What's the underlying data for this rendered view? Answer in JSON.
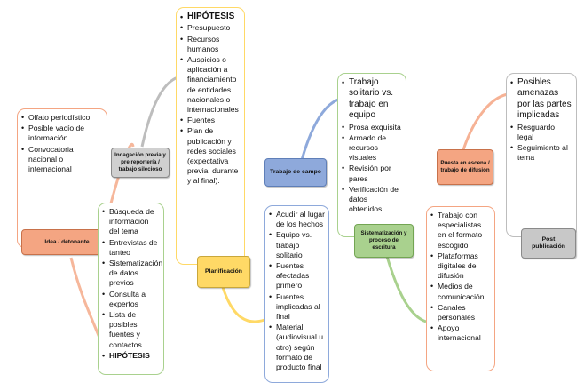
{
  "colors": {
    "orange": "#f4a582",
    "gray": "#bdbdbd",
    "yellow": "#ffd966",
    "blue": "#8ea9db",
    "green": "#a9d18e"
  },
  "stages": [
    {
      "label": "Idea / detonante",
      "color": "#f4a582",
      "items": [
        "Olfato periodístico",
        "Posible vacío de información",
        "Convocatoria nacional o internacional"
      ]
    },
    {
      "label": "Indagación previa y pre reportería / trabajo silecioso",
      "color": "#bdbdbd",
      "items": [
        "Búsqueda de información del tema",
        "Entrevistas de tanteo",
        "Sistematización de datos previos",
        "Consulta a expertos",
        "Lista de posibles fuentes y contactos",
        "HIPÓTESIS"
      ]
    },
    {
      "label": "Planificación",
      "color": "#ffd966",
      "items": [
        "HIPÓTESIS",
        "Presupuesto",
        "Recursos humanos",
        "Auspicios o aplicación a financiamiento de entidades nacionales o internacionales",
        "Fuentes",
        "Plan de publicación y redes sociales (expectativa previa, durante y al final)."
      ]
    },
    {
      "label": "Trabajo de campo",
      "color": "#8ea9db",
      "items": [
        "Acudir al lugar de los hechos",
        "Equipo vs. trabajo solitario",
        "Fuentes afectadas primero",
        "Fuentes implicadas al final",
        "Material (audiovisual u otro) según formato de producto final"
      ]
    },
    {
      "label": "Sistematización y proceso de escritura",
      "color": "#a9d18e",
      "items": [
        "Trabajo solitario vs. trabajo en equipo",
        "Prosa exquisita",
        "Armado de recursos visuales",
        "Revisión por pares",
        "Verificación de datos obtenidos"
      ]
    },
    {
      "label": "Puesta en escena / trabajo de difusión",
      "color": "#f4a582",
      "items": [
        "Trabajo con especialistas en el formato escogido",
        "Plataformas digitales de difusión",
        "Medios de comunicación",
        "Canales personales",
        "Apoyo internacional"
      ]
    },
    {
      "label": "Post publicación",
      "color": "#bdbdbd",
      "items": [
        "Posibles amenazas por las partes implicadas",
        "Resguardo legal",
        "Seguimiento al tema"
      ]
    }
  ]
}
